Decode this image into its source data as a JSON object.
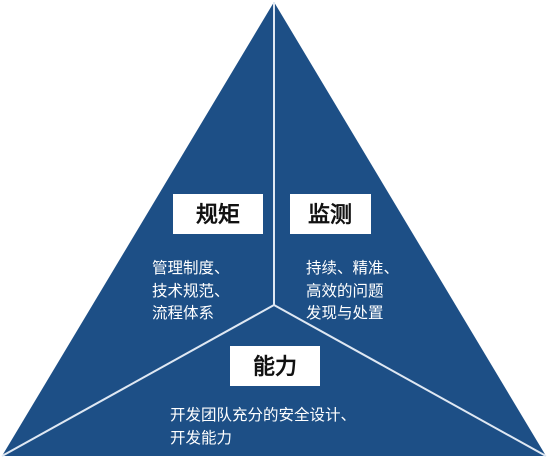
{
  "colors": {
    "triangle_fill": "#1d4f86",
    "divider_line": "#dfe8f3",
    "label_box": "#ffffff",
    "label_text": "#111111",
    "desc_text": "#ffffff"
  },
  "sections": {
    "left": {
      "label": "规矩",
      "lines": [
        "管理制度、",
        "技术规范、",
        "流程体系"
      ]
    },
    "right": {
      "label": "监测",
      "lines": [
        "持续、精准、",
        "高效的问题",
        "发现与处置"
      ]
    },
    "bottom": {
      "label": "能力",
      "lines": [
        "开发团队充分的安全设计、",
        "开发能力"
      ]
    }
  }
}
